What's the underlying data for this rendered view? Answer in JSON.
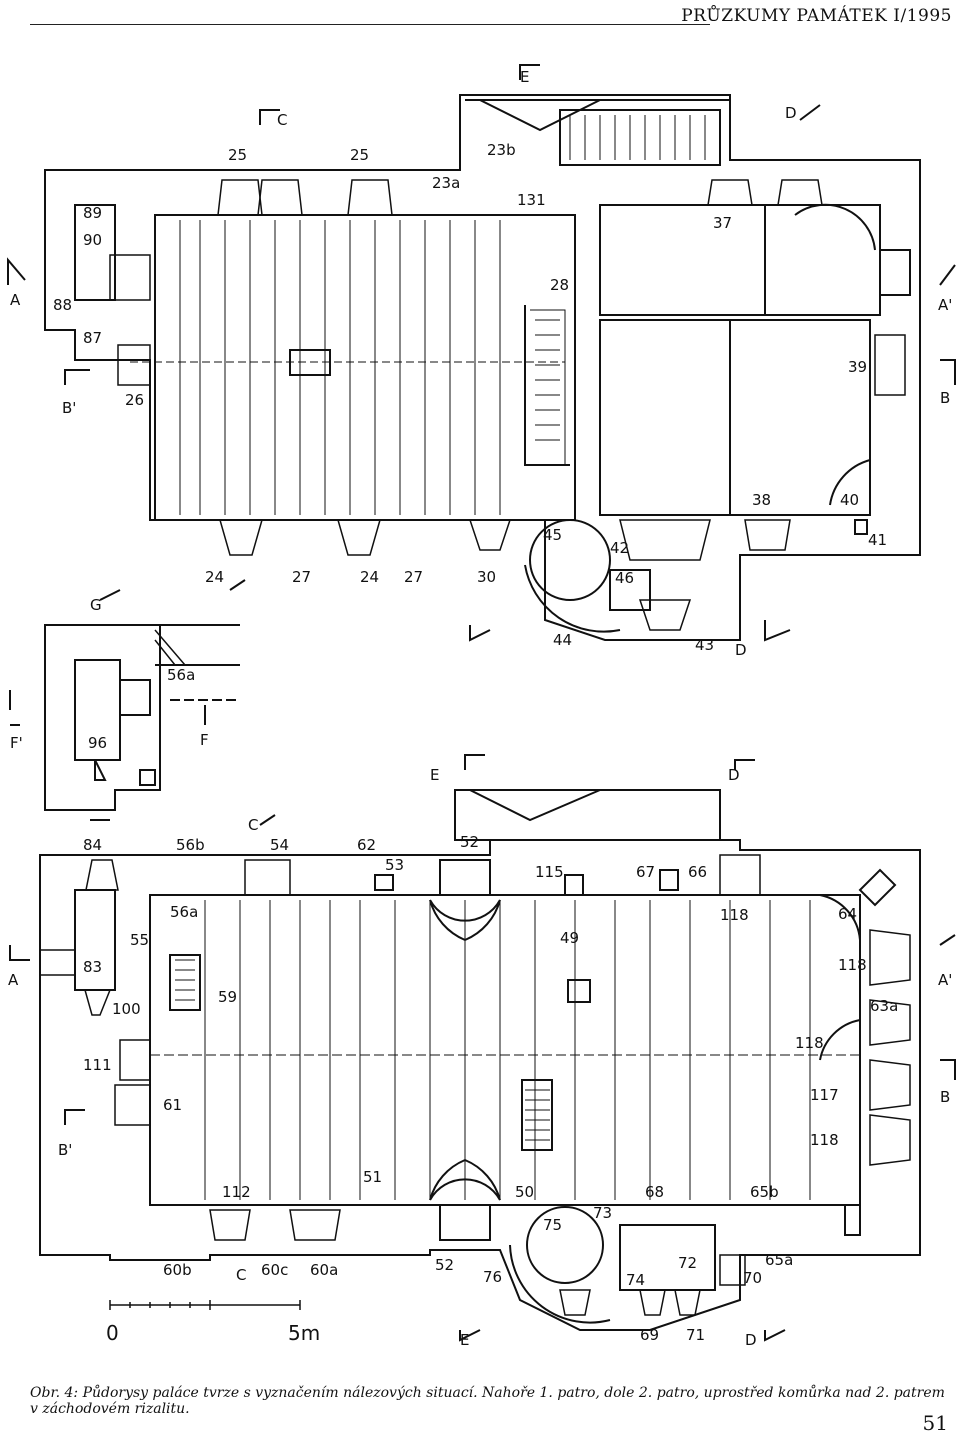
{
  "running_head": "PRŮZKUMY PAMÁTEK I/1995",
  "caption": "Obr. 4: Půdorysy paláce tvrze s vyznačením nálezových situací. Nahoře 1. patro, dole 2. patro, uprostřed komůrka nad 2. patrem v záchodovém rizalitu.",
  "page_number": "51",
  "scale_labels": [
    "0",
    "5m"
  ],
  "section_markers": [
    "A",
    "A'",
    "B",
    "B'",
    "C",
    "D",
    "E",
    "F",
    "F'",
    "G"
  ],
  "plan_labels": {
    "first_floor": [
      "25",
      "25",
      "23b",
      "23a",
      "131",
      "37",
      "89",
      "90",
      "28",
      "88",
      "87",
      "26",
      "39",
      "38",
      "40",
      "41",
      "45",
      "42",
      "46",
      "24",
      "27",
      "24",
      "27",
      "30",
      "44",
      "43"
    ],
    "chamber": [
      "56a",
      "96"
    ],
    "second_floor": [
      "84",
      "56b",
      "54",
      "62",
      "52",
      "53",
      "115",
      "67",
      "66",
      "56a",
      "55",
      "83",
      "49",
      "118",
      "64",
      "118",
      "63a",
      "59",
      "100",
      "111",
      "118",
      "61",
      "117",
      "118",
      "112",
      "51",
      "50",
      "68",
      "65b",
      "75",
      "73",
      "60b",
      "60c",
      "60a",
      "52",
      "76",
      "74",
      "72",
      "70",
      "65a",
      "69",
      "71"
    ]
  }
}
